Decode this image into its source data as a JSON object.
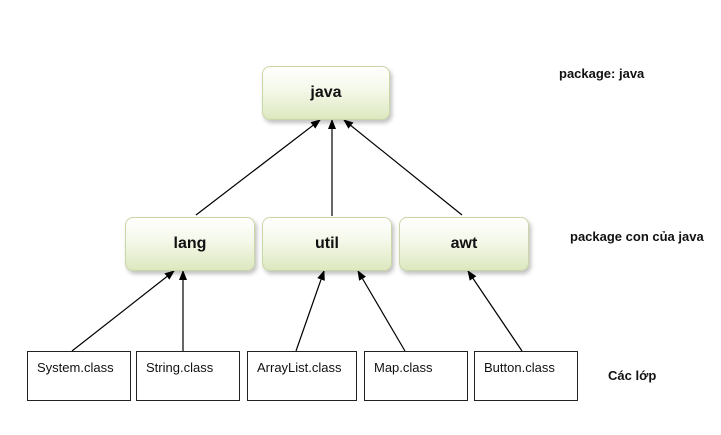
{
  "root": {
    "label": "java"
  },
  "packages": [
    {
      "label": "lang"
    },
    {
      "label": "util"
    },
    {
      "label": "awt"
    }
  ],
  "classes": [
    {
      "label": "System.class"
    },
    {
      "label": "String.class"
    },
    {
      "label": "ArrayList.class"
    },
    {
      "label": "Map.class"
    },
    {
      "label": "Button.class"
    }
  ],
  "side_labels": {
    "root_level": "package: java",
    "package_level": "package con của java",
    "class_level": "Các lớp"
  },
  "colors": {
    "node_fill_top": "#ffffff",
    "node_fill_bottom": "#dde8c0",
    "line": "#000000"
  }
}
